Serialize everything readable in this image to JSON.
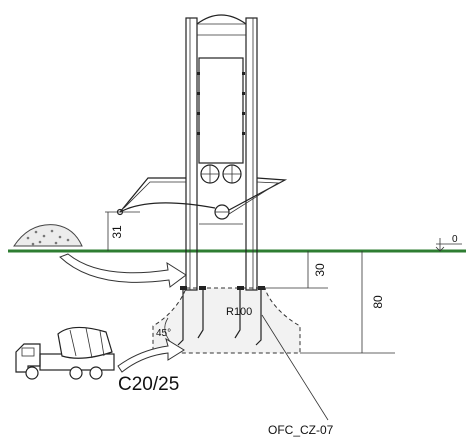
{
  "dimensions": {
    "height_above_ground": "31",
    "foundation_top_depth": "30",
    "foundation_depth": "80",
    "ground_level": "0",
    "fillet_radius": "R100",
    "slope_angle": "45°"
  },
  "concrete_class": "C20/25",
  "product_code": "OFC_CZ-07",
  "colors": {
    "ground_line": "#2e7d32",
    "drawing_line": "#222222",
    "foundation_fill": "#f2f2f2"
  },
  "icons": {
    "truck": "concrete-mixer-truck-icon",
    "gravel": "gravel-pile-icon",
    "level": "ground-level-marker-icon"
  }
}
